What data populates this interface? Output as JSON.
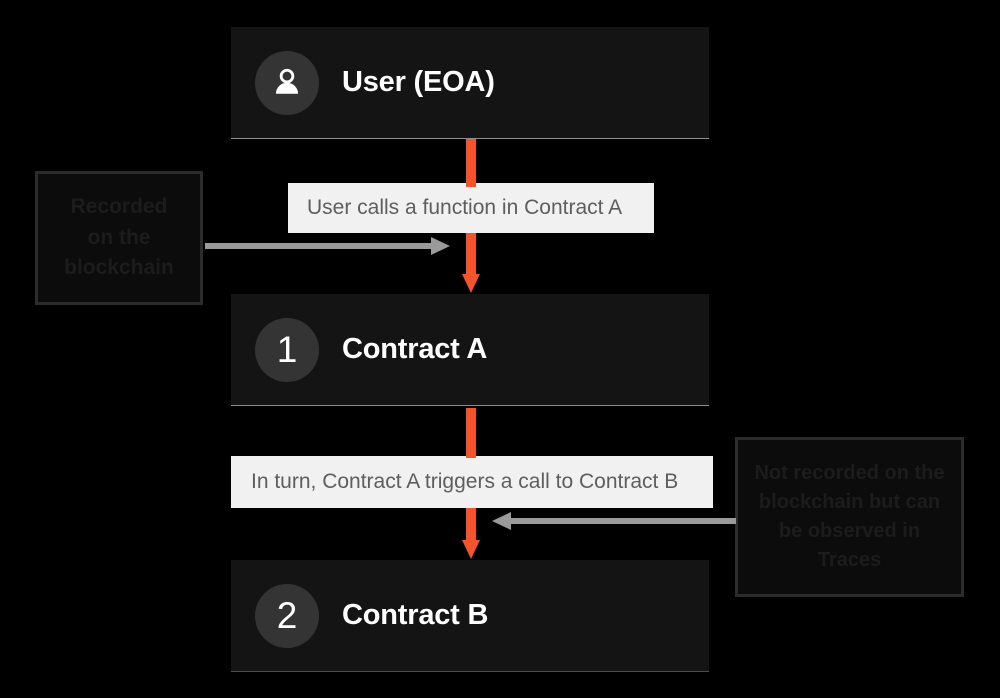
{
  "diagram": {
    "background_color": "#000000",
    "accent_color": "#f4542c",
    "gray_arrow_color": "#9a9a9a",
    "node_background": "#141414",
    "caption_background": "#f1f1f1",
    "nodes": [
      {
        "id": "user",
        "title": "User (EOA)",
        "badge_type": "person-icon",
        "badge_label": ""
      },
      {
        "id": "contract-a",
        "title": "Contract A",
        "badge_type": "number",
        "badge_label": "1"
      },
      {
        "id": "contract-b",
        "title": "Contract B",
        "badge_type": "number",
        "badge_label": "2"
      }
    ],
    "captions": [
      {
        "id": "caption-user-calls",
        "text": "User calls a function in Contract A"
      },
      {
        "id": "caption-contract-a-triggers",
        "text": "In turn, Contract A triggers a call to Contract B"
      }
    ],
    "side_notes": [
      {
        "id": "note-recorded",
        "lines": [
          "Recorded",
          "on the",
          "blockchain"
        ],
        "points_to": "caption-user-calls",
        "arrow_direction": "right"
      },
      {
        "id": "note-not-recorded",
        "lines": [
          "Not recorded on the",
          "blockchain but can",
          "be observed in",
          "Traces"
        ],
        "points_to": "caption-contract-a-triggers",
        "arrow_direction": "left"
      }
    ]
  }
}
